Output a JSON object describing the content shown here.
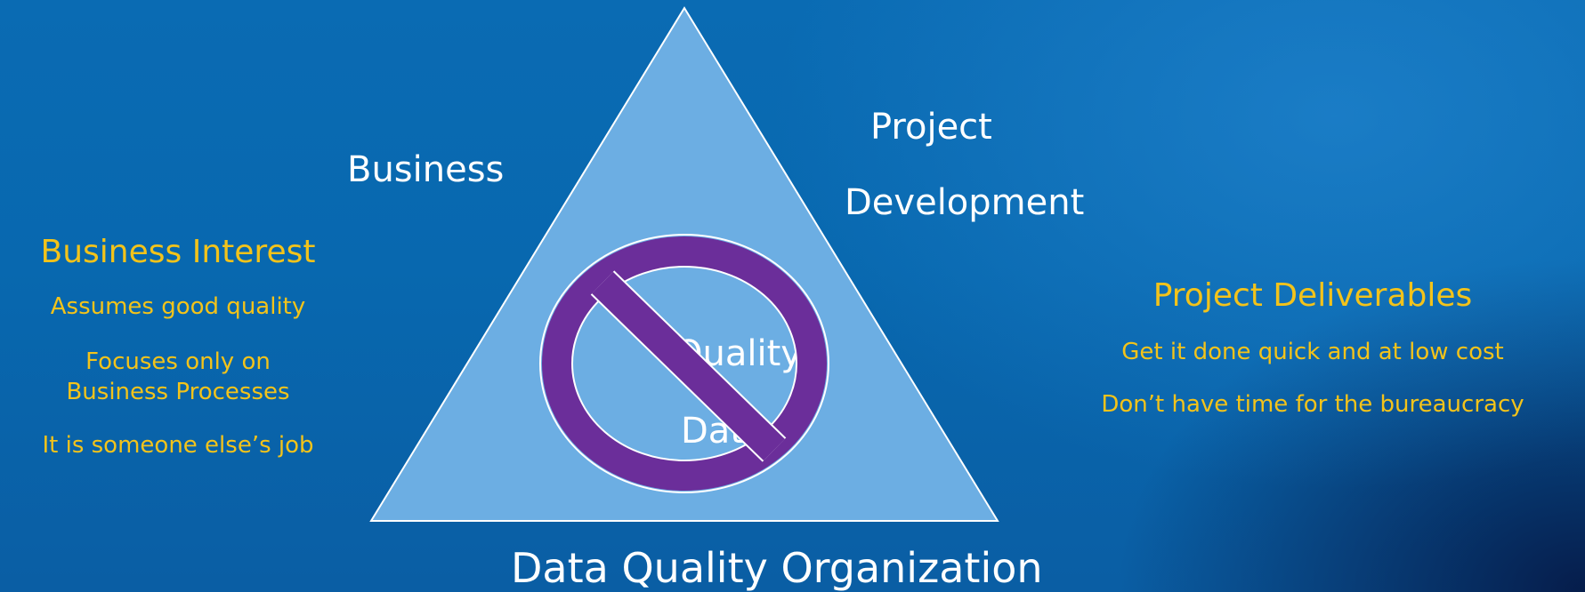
{
  "colors": {
    "background": "#0868af",
    "triangle_fill": "#6caee3",
    "no_symbol": "#6b2e9a",
    "white_text": "#ffffff",
    "gold_text": "#f3c31a"
  },
  "triangle": {
    "top_left_label": "Business",
    "top_right_label_line1": "Project",
    "top_right_label_line2": "Development",
    "bottom_label": "Data Quality Organization",
    "center_line1": "Quality",
    "center_line2": "Data",
    "overlay_icon": "prohibited-sign-icon"
  },
  "left_panel": {
    "heading": "Business Interest",
    "line1": "Assumes good quality",
    "line2a": "Focuses only on",
    "line2b": "Business Processes",
    "line3": "It is someone else’s job"
  },
  "right_panel": {
    "heading": "Project Deliverables",
    "line1": "Get it done quick and at low cost",
    "line2": "Don’t have time for the bureaucracy"
  }
}
